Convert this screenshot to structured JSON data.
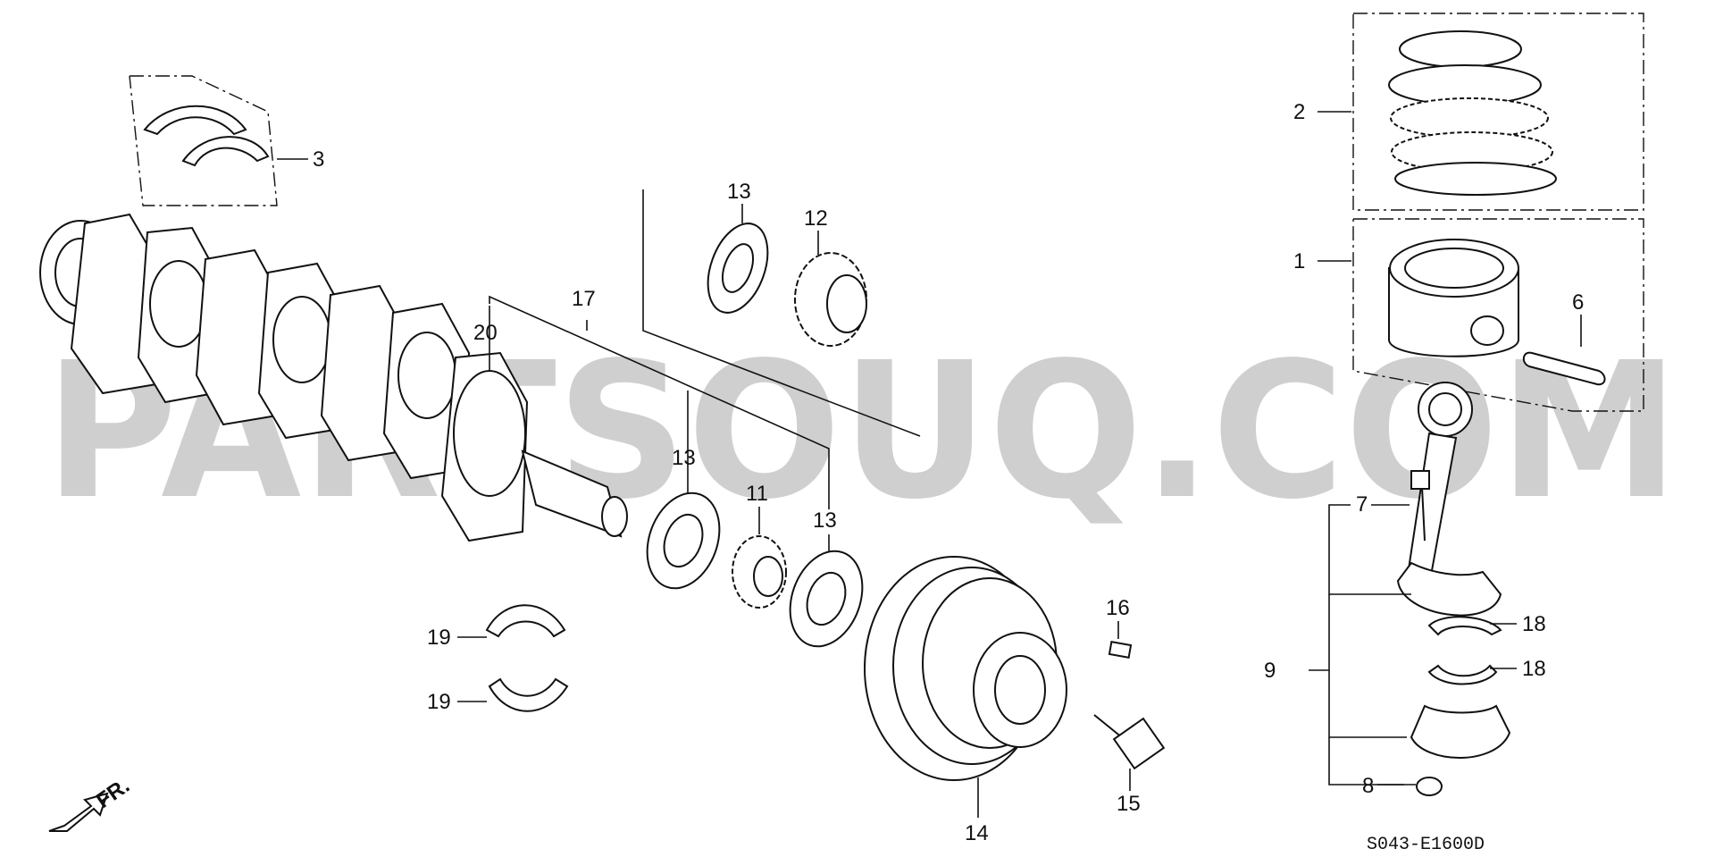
{
  "watermark": "PARTSOUQ.COM",
  "diagram_code": "S043-E1600D",
  "front_label": "FR.",
  "callouts": {
    "c1": "1",
    "c2": "2",
    "c3": "3",
    "c6": "6",
    "c7": "7",
    "c8": "8",
    "c9": "9",
    "c11": "11",
    "c12": "12",
    "c13a": "13",
    "c13b": "13",
    "c13c": "13",
    "c14": "14",
    "c15": "15",
    "c16": "16",
    "c17": "17",
    "c18a": "18",
    "c18b": "18",
    "c19a": "19",
    "c19b": "19",
    "c20": "20"
  }
}
